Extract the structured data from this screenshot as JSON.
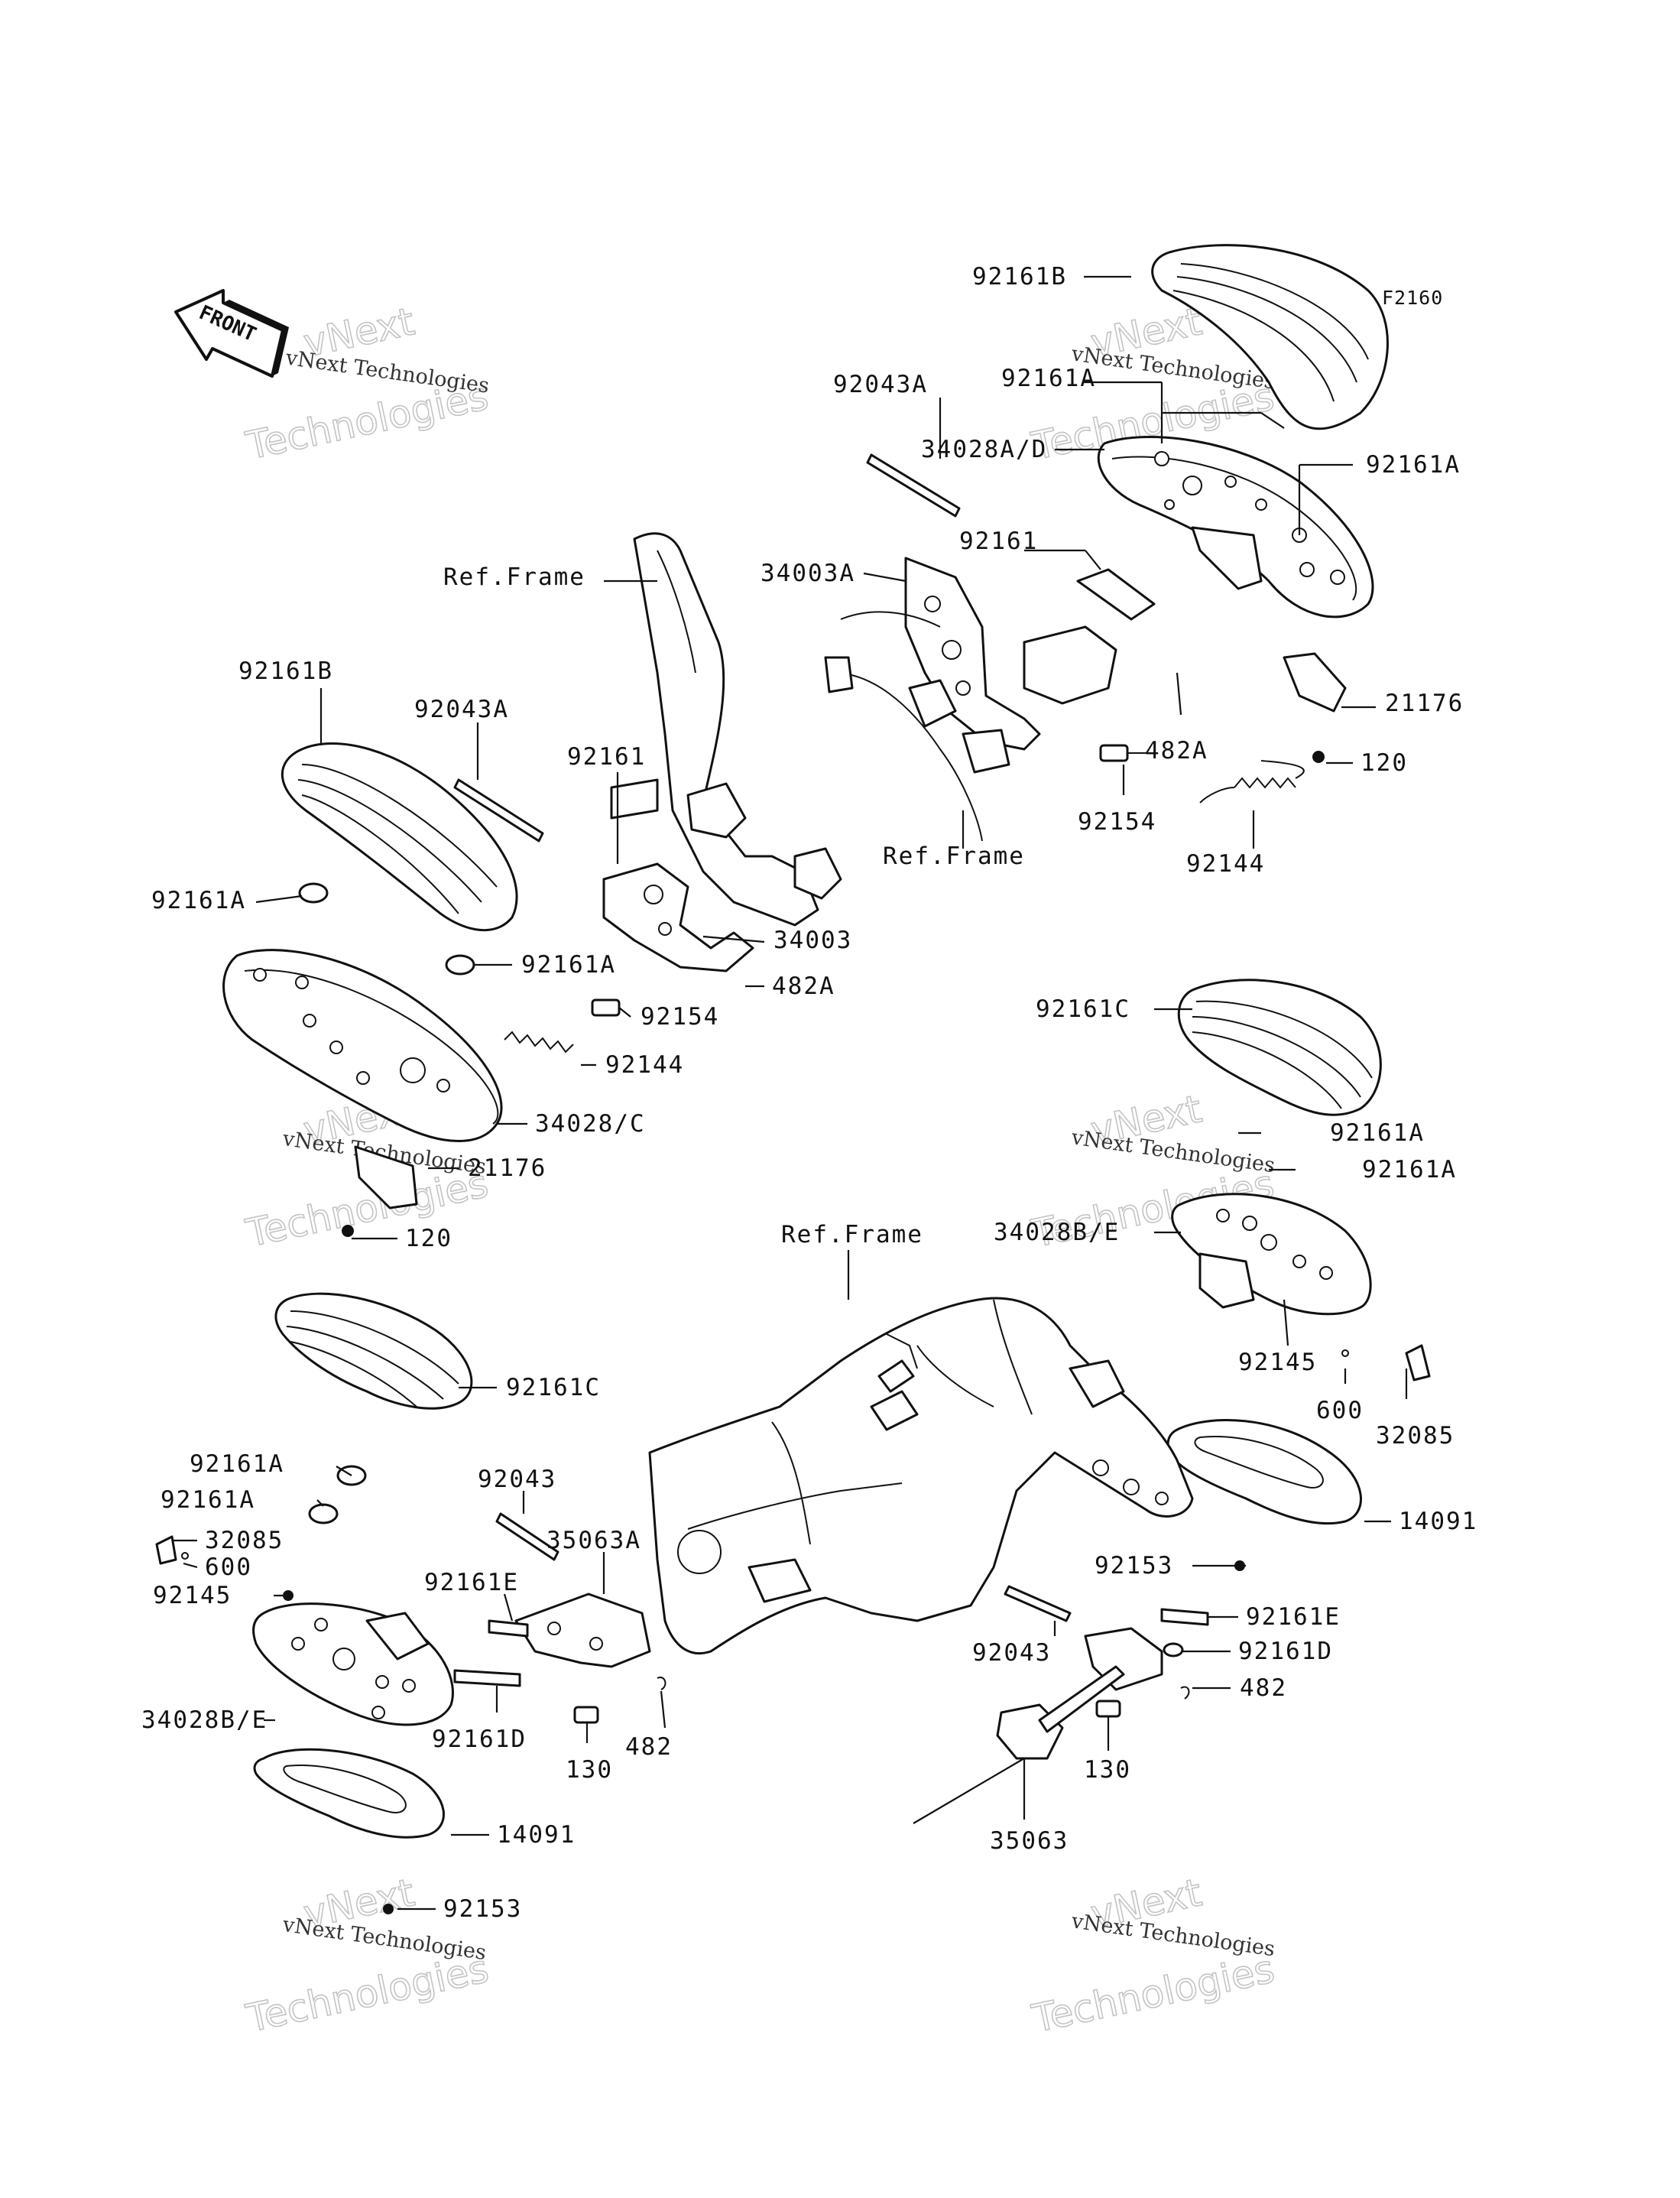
{
  "figure_code": "F2160",
  "front_label": "FRONT",
  "watermark": {
    "line1": "vNext Technologies",
    "line2": "vNext",
    "line3": "Technologies"
  },
  "callouts": [
    {
      "id": "c01",
      "text": "92161B"
    },
    {
      "id": "c02",
      "text": "92161A"
    },
    {
      "id": "c03",
      "text": "92043A"
    },
    {
      "id": "c04",
      "text": "34028A/D"
    },
    {
      "id": "c05",
      "text": "92161A"
    },
    {
      "id": "c06",
      "text": "92161"
    },
    {
      "id": "c07",
      "text": "34003A"
    },
    {
      "id": "c08",
      "text": "21176"
    },
    {
      "id": "c09",
      "text": "482A"
    },
    {
      "id": "c10",
      "text": "120"
    },
    {
      "id": "c11",
      "text": "92154"
    },
    {
      "id": "c12",
      "text": "92144"
    },
    {
      "id": "c13",
      "text": "Ref.Frame"
    },
    {
      "id": "c14",
      "text": "Ref.Frame"
    },
    {
      "id": "c15",
      "text": "92161B"
    },
    {
      "id": "c16",
      "text": "92043A"
    },
    {
      "id": "c17",
      "text": "92161"
    },
    {
      "id": "c18",
      "text": "92161A"
    },
    {
      "id": "c19",
      "text": "34003"
    },
    {
      "id": "c20",
      "text": "92161A"
    },
    {
      "id": "c21",
      "text": "482A"
    },
    {
      "id": "c22",
      "text": "92154"
    },
    {
      "id": "c23",
      "text": "92144"
    },
    {
      "id": "c24",
      "text": "34028/C"
    },
    {
      "id": "c25",
      "text": "21176"
    },
    {
      "id": "c26",
      "text": "120"
    },
    {
      "id": "c27",
      "text": "92161C"
    },
    {
      "id": "c28",
      "text": "92161A"
    },
    {
      "id": "c29",
      "text": "92161A"
    },
    {
      "id": "c30",
      "text": "34028B/E"
    },
    {
      "id": "c31",
      "text": "Ref.Frame"
    },
    {
      "id": "c32",
      "text": "92145"
    },
    {
      "id": "c33",
      "text": "600"
    },
    {
      "id": "c34",
      "text": "32085"
    },
    {
      "id": "c35",
      "text": "14091"
    },
    {
      "id": "c36",
      "text": "92153"
    },
    {
      "id": "c37",
      "text": "92161C"
    },
    {
      "id": "c38",
      "text": "92161A"
    },
    {
      "id": "c39",
      "text": "92161A"
    },
    {
      "id": "c40",
      "text": "32085"
    },
    {
      "id": "c41",
      "text": "600"
    },
    {
      "id": "c42",
      "text": "92145"
    },
    {
      "id": "c43",
      "text": "92043"
    },
    {
      "id": "c44",
      "text": "35063A"
    },
    {
      "id": "c45",
      "text": "92161E"
    },
    {
      "id": "c46",
      "text": "34028B/E"
    },
    {
      "id": "c47",
      "text": "92161D"
    },
    {
      "id": "c48",
      "text": "130"
    },
    {
      "id": "c49",
      "text": "482"
    },
    {
      "id": "c50",
      "text": "14091"
    },
    {
      "id": "c51",
      "text": "92153"
    },
    {
      "id": "c52",
      "text": "92161E"
    },
    {
      "id": "c53",
      "text": "92043"
    },
    {
      "id": "c54",
      "text": "92161D"
    },
    {
      "id": "c55",
      "text": "482"
    },
    {
      "id": "c56",
      "text": "130"
    },
    {
      "id": "c57",
      "text": "35063"
    }
  ]
}
